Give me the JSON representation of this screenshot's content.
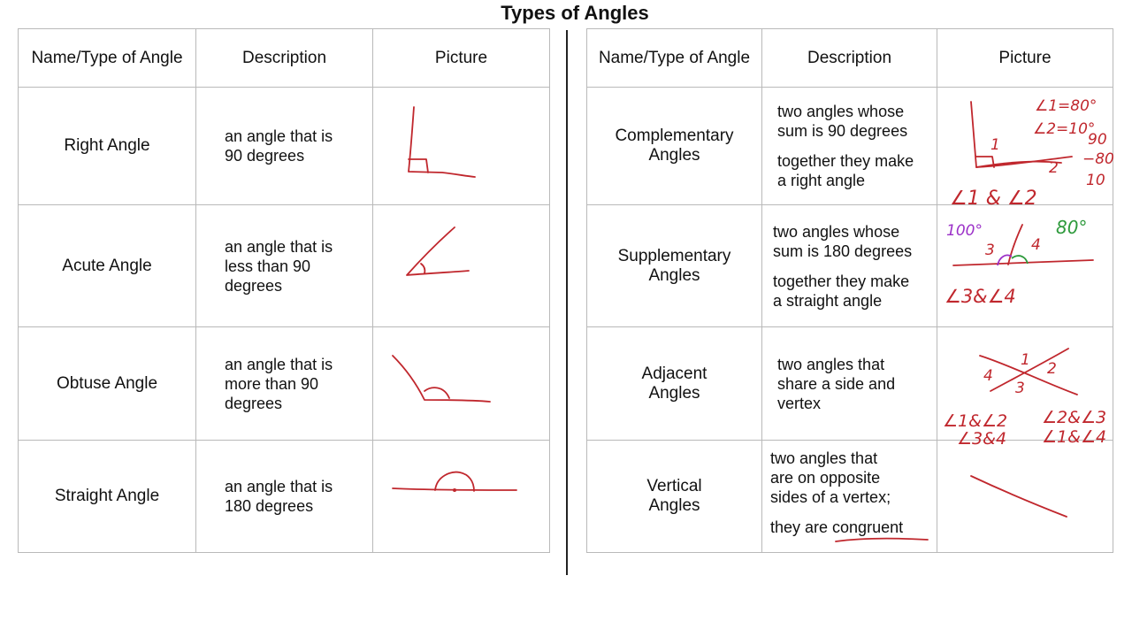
{
  "title": "Types of Angles",
  "left_table": {
    "headers": [
      "Name/Type of Angle",
      "Description",
      "Picture"
    ],
    "rows": [
      {
        "name": "Right Angle",
        "description": [
          "an angle that is",
          "90 degrees"
        ]
      },
      {
        "name": "Acute Angle",
        "description": [
          "an angle that is",
          "less than 90",
          "degrees"
        ]
      },
      {
        "name": "Obtuse Angle",
        "description": [
          "an angle that is",
          "more than 90",
          "degrees"
        ]
      },
      {
        "name": "Straight Angle",
        "description": [
          "an angle that is",
          "180 degrees"
        ]
      }
    ]
  },
  "right_table": {
    "headers": [
      "Name/Type of Angle",
      "Description",
      "Picture"
    ],
    "rows": [
      {
        "name": [
          "Complementary",
          "Angles"
        ],
        "description": [
          "two angles whose",
          "sum is 90 degrees"
        ],
        "description2": [
          "together they make",
          "a right angle"
        ]
      },
      {
        "name": [
          "Supplementary",
          "Angles"
        ],
        "description": [
          "two angles whose",
          "sum is 180 degrees"
        ],
        "description2": [
          "together they make",
          "a straight angle"
        ]
      },
      {
        "name": [
          "Adjacent",
          "Angles"
        ],
        "description": [
          "two angles that",
          "share a side and",
          "vertex"
        ]
      },
      {
        "name": [
          "Vertical",
          "Angles"
        ],
        "description": [
          "two angles that",
          "are on opposite",
          "sides of a vertex;"
        ],
        "description2": [
          "they are congruent"
        ]
      }
    ]
  },
  "annotations": {
    "complementary": {
      "eq1": "∠1=80°",
      "eq2": "∠2=10°",
      "sub1": "90",
      "sub2": "−80",
      "sub3": "10",
      "label1": "1",
      "label2": "2",
      "pair": "∠1 & ∠2"
    },
    "supplementary": {
      "deg_left": "100°",
      "deg_right": "80°",
      "label3": "3",
      "label4": "4",
      "pair": "∠3&∠4"
    },
    "adjacent": {
      "l1": "1",
      "l2": "2",
      "l3": "3",
      "l4": "4",
      "pair1": "∠1&∠2",
      "pair2": "∠2&∠3",
      "pair3": "∠3&4",
      "pair4": "∠1&∠4"
    }
  },
  "colors": {
    "ink_red": "#c0272d",
    "ink_purple": "#9b30c8",
    "ink_green": "#2e9a3c",
    "grid": "#b9b9b9"
  }
}
